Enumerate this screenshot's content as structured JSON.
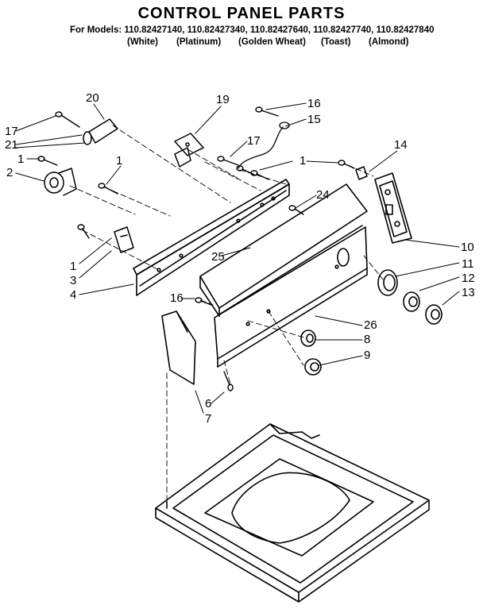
{
  "title": "CONTROL PANEL PARTS",
  "models_line": "For Models: 110.82427140, 110.82427340, 110.82427640, 110.82427740, 110.82427840",
  "colors": [
    "(White)",
    "(Platinum)",
    "(Golden Wheat)",
    "(Toast)",
    "(Almond)"
  ],
  "callouts": [
    "20",
    "19",
    "16",
    "15",
    "17",
    "21",
    "17",
    "14",
    "1",
    "2",
    "1",
    "24",
    "1",
    "3",
    "4",
    "25",
    "10",
    "11",
    "12",
    "13",
    "16",
    "26",
    "8",
    "9",
    "6",
    "7"
  ]
}
